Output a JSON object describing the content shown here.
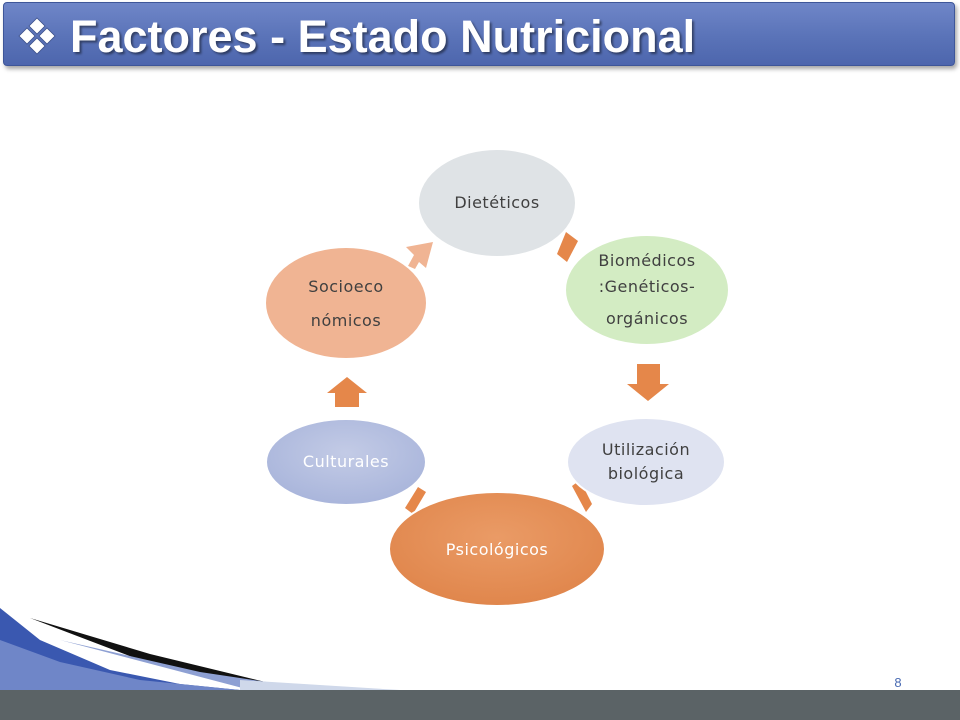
{
  "slide": {
    "title": "Factores - Estado Nutricional",
    "page_number": "8"
  },
  "diagram": {
    "nodes": [
      {
        "id": "dieteticos",
        "lines": [
          "Dietéticos"
        ]
      },
      {
        "id": "biomedicos",
        "lines": [
          "Biomédicos",
          ":Genéticos-",
          "orgánicos"
        ]
      },
      {
        "id": "utilizacion",
        "lines": [
          "Utilización",
          "biológica"
        ]
      },
      {
        "id": "psicologicos",
        "lines": [
          "Psicológicos"
        ]
      },
      {
        "id": "culturales",
        "lines": [
          "Culturales"
        ]
      },
      {
        "id": "socioeconomicos",
        "lines": [
          "Socioeco",
          "nómicos"
        ]
      }
    ],
    "colors": {
      "title_bar": "#5a73b8",
      "dieteticos_fill": "#dfe3e6",
      "biomedicos_fill": "#d3ecc3",
      "utilizacion_fill": "#dfe3f1",
      "psicologicos_fill": "#e8935b",
      "culturales_fill": "#b8c2e0",
      "socioeconomicos_fill": "#f0b493",
      "arrow": "#e5874a"
    }
  }
}
